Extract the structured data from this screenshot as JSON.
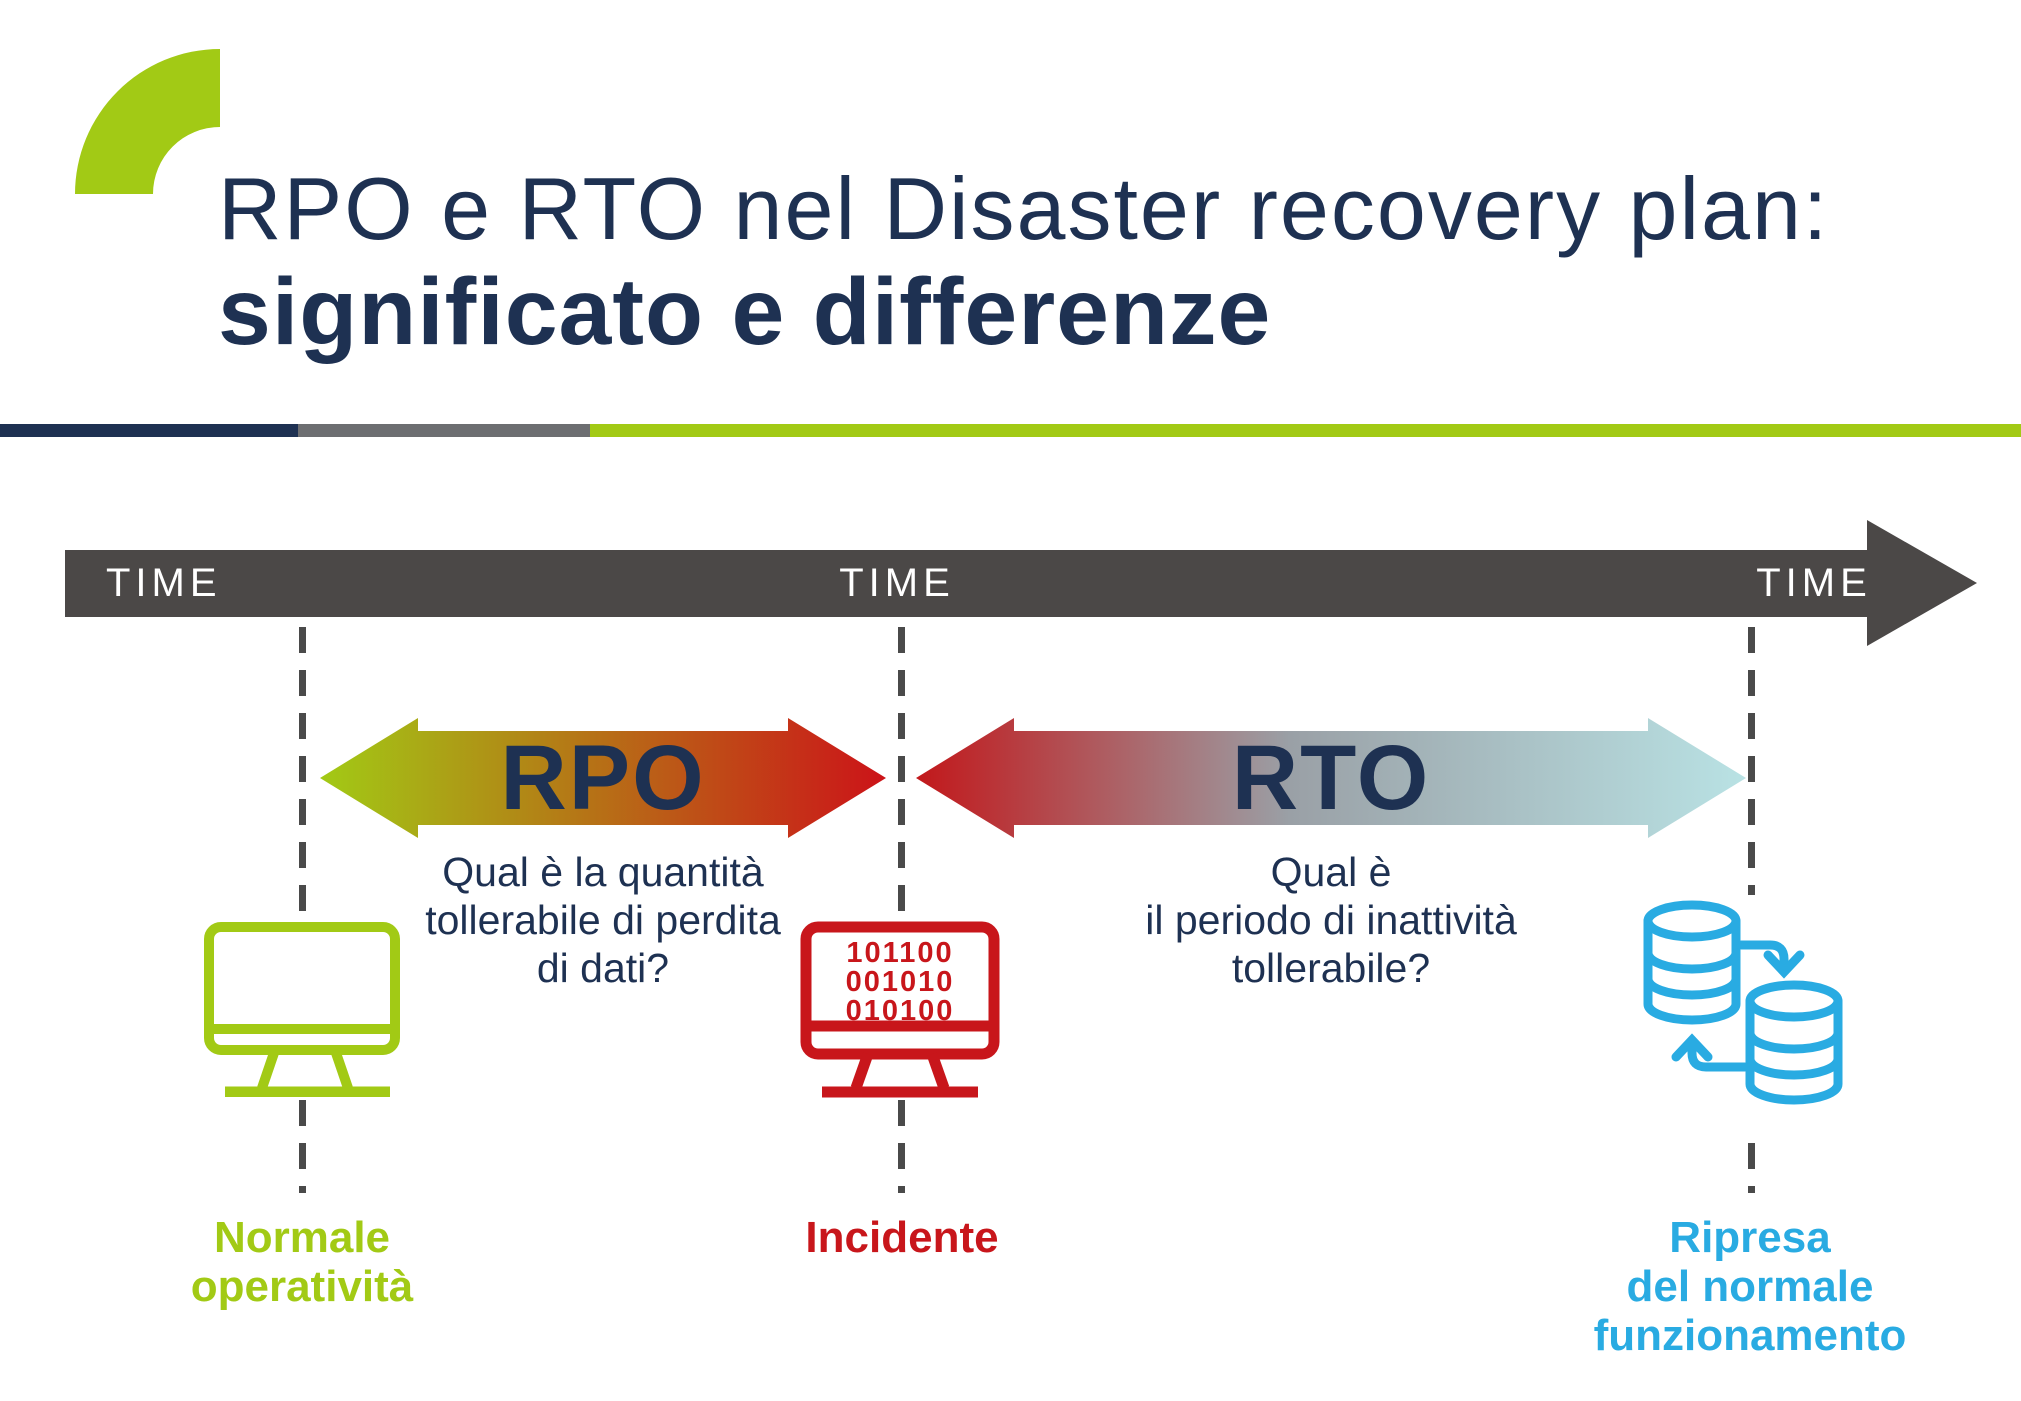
{
  "header": {
    "title_line1": "RPO e RTO nel Disaster recovery plan:",
    "title_line2": "significato e differenze"
  },
  "timeline": {
    "labels": [
      "TIME",
      "TIME",
      "TIME"
    ]
  },
  "rpo": {
    "label": "RPO",
    "question_lines": [
      "Qual è la quantità",
      "tollerabile di perdita",
      "di dati?"
    ]
  },
  "rto": {
    "label": "RTO",
    "question_lines": [
      "Qual è",
      "il periodo di inattività",
      "tollerabile?"
    ]
  },
  "stages": {
    "normal": {
      "label_lines": [
        "Normale",
        "operatività"
      ]
    },
    "incident": {
      "label": "Incidente",
      "binary_lines": [
        "101100",
        "001010",
        "010100"
      ]
    },
    "recovery": {
      "label_lines": [
        "Ripresa",
        "del normale",
        "funzionamento"
      ]
    }
  },
  "colors": {
    "navy": "#1e3152",
    "lime_green": "#a2ca15",
    "red": "#c8161b",
    "sky_blue": "#29abe2",
    "pale_cyan": "#b9e2e4",
    "timeline_gray": "#4b4847",
    "divider_gray": "#6d6e71",
    "dash_gray": "#4a4a4a"
  }
}
